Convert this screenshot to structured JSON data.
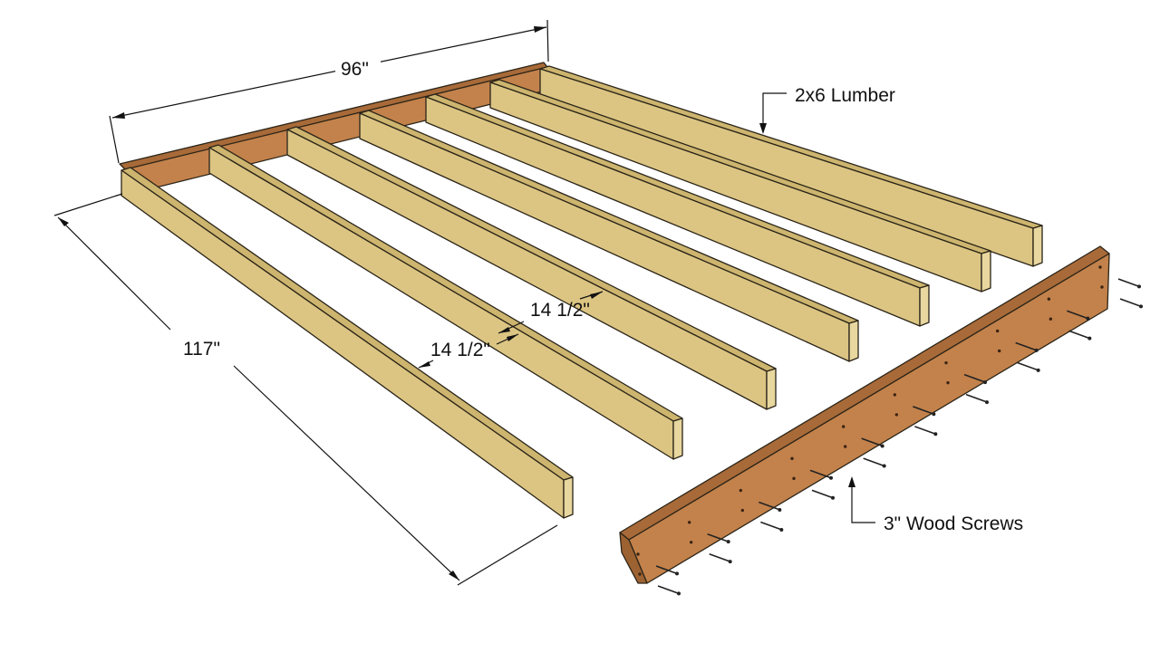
{
  "labels": {
    "width_dimension": "96\"",
    "length_dimension": "117\"",
    "spacing_a": "14 1/2\"",
    "spacing_b": "14 1/2\"",
    "lumber_callout": "2x6 Lumber",
    "screws_callout": "3\" Wood Screws"
  },
  "colors": {
    "lumber_face": "#dcc583",
    "lumber_top": "#cdb56f",
    "lumber_end": "#e8d79e",
    "rim_face": "#c3824b",
    "rim_top": "#a86a38",
    "rim_end": "#9c6232",
    "line": "#2a2418"
  },
  "joists": {
    "count": 7
  },
  "screws": {
    "count": 20
  }
}
